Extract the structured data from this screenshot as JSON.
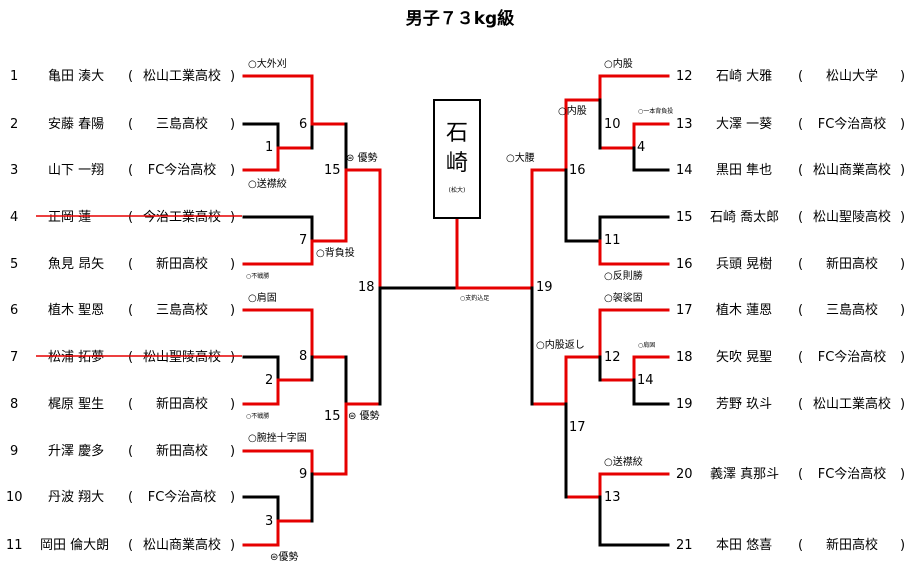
{
  "title": "男子７３kg級",
  "winner": {
    "name_line1": "石",
    "name_line2": "崎",
    "school": "(松大)"
  },
  "colors": {
    "win": "#e60000",
    "line": "#000000"
  },
  "left": [
    {
      "num": "1",
      "name": "亀田 湊大",
      "school": "松山工業高校",
      "struck": false
    },
    {
      "num": "2",
      "name": "安藤 春陽",
      "school": "三島高校",
      "struck": false
    },
    {
      "num": "3",
      "name": "山下 一翔",
      "school": "FC今治高校",
      "struck": false
    },
    {
      "num": "4",
      "name": "正岡 蓮",
      "school": "今治工業高校",
      "struck": true
    },
    {
      "num": "5",
      "name": "魚見 昂矢",
      "school": "新田高校",
      "struck": false
    },
    {
      "num": "6",
      "name": "植木 聖恩",
      "school": "三島高校",
      "struck": false
    },
    {
      "num": "7",
      "name": "松浦 拓夢",
      "school": "松山聖陵高校",
      "struck": true
    },
    {
      "num": "8",
      "name": "梶原 聖生",
      "school": "新田高校",
      "struck": false
    },
    {
      "num": "9",
      "name": "升澤 慶多",
      "school": "新田高校",
      "struck": false
    },
    {
      "num": "10",
      "name": "丹波 翔大",
      "school": "FC今治高校",
      "struck": false
    },
    {
      "num": "11",
      "name": "岡田 倫大朗",
      "school": "松山商業高校",
      "struck": false
    }
  ],
  "right": [
    {
      "num": "12",
      "name": "石崎 大雅",
      "school": "松山大学",
      "struck": false
    },
    {
      "num": "13",
      "name": "大澤 一葵",
      "school": "FC今治高校",
      "struck": false
    },
    {
      "num": "14",
      "name": "黒田 隼也",
      "school": "松山商業高校",
      "struck": false
    },
    {
      "num": "15",
      "name": "石崎 喬太郎",
      "school": "松山聖陵高校",
      "struck": false
    },
    {
      "num": "16",
      "name": "兵頭 晃樹",
      "school": "新田高校",
      "struck": false
    },
    {
      "num": "17",
      "name": "植木 蓮恩",
      "school": "三島高校",
      "struck": false
    },
    {
      "num": "18",
      "name": "矢吹 晃聖",
      "school": "FC今治高校",
      "struck": false
    },
    {
      "num": "19",
      "name": "芳野 玖斗",
      "school": "松山工業高校",
      "struck": false
    },
    {
      "num": "20",
      "name": "義澤 真那斗",
      "school": "FC今治高校",
      "struck": false
    },
    {
      "num": "21",
      "name": "本田 悠喜",
      "school": "新田高校",
      "struck": false
    }
  ],
  "paren_open": "(",
  "paren_close": ")",
  "match_numbers": [
    "1",
    "2",
    "3",
    "4",
    "6",
    "7",
    "8",
    "9",
    "10",
    "11",
    "12",
    "13",
    "14",
    "15",
    "16",
    "17",
    "18",
    "19"
  ],
  "techniques": {
    "m6_top": "○大外刈",
    "m1_bot": "○送襟絞",
    "m14": "⊜ 優勢",
    "m7": "○背負投",
    "m7_fusen": "○不戦勝",
    "m8_top": "○肩固",
    "m2_fusen": "○不戦勝",
    "m15": "⊜ 優勢",
    "m9_top": "○腕挫十字固",
    "m3_bot": "⊜優勢",
    "final": "○支釣込足",
    "m10_top": "○内股",
    "m16": "○内股",
    "m19": "○大腰",
    "m4_small": "○一本背負投",
    "m11_bot": "○反則勝",
    "m12_top": "○袈裟固",
    "m5_small": "○肩固",
    "m17": "○内股返し",
    "m13_top": "○送襟絞"
  }
}
